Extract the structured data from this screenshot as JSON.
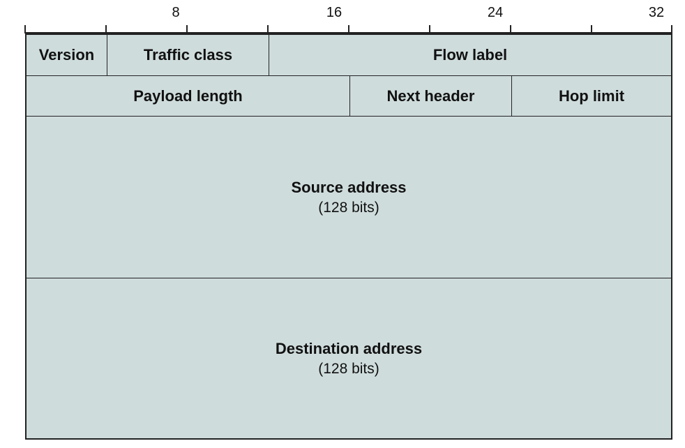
{
  "ruler": {
    "ticks": [
      "8",
      "16",
      "24",
      "32"
    ]
  },
  "header": {
    "row1": {
      "version": "Version",
      "traffic_class": "Traffic class",
      "flow_label": "Flow label"
    },
    "row2": {
      "payload_length": "Payload length",
      "next_header": "Next header",
      "hop_limit": "Hop limit"
    },
    "source": {
      "label": "Source address",
      "size": "(128 bits)"
    },
    "destination": {
      "label": "Destination address",
      "size": "(128 bits)"
    }
  },
  "colors": {
    "fill": "#cfdcdc",
    "line": "#222222"
  }
}
